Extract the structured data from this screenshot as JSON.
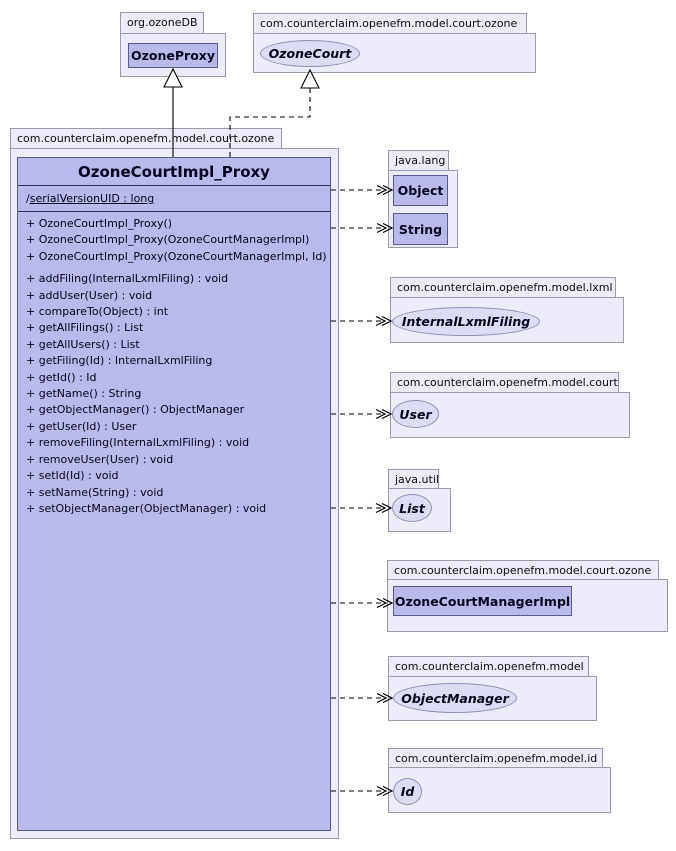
{
  "diagram": {
    "ozonedb_package": {
      "name": "org.ozoneDB",
      "class_name": "OzoneProxy"
    },
    "ozonecourt_package": {
      "name": "com.counterclaim.openefm.model.court.ozone",
      "interface_name": "OzoneCourt"
    },
    "main_package": {
      "name": "com.counterclaim.openefm.model.court.ozone"
    },
    "main_class": {
      "title": "OzoneCourtImpl_Proxy",
      "attribute_prefix": "/ ",
      "attribute": "serialVersionUID : long",
      "constructors": [
        "+ OzoneCourtImpl_Proxy()",
        "+ OzoneCourtImpl_Proxy(OzoneCourtManagerImpl)",
        "+ OzoneCourtImpl_Proxy(OzoneCourtManagerImpl, Id)"
      ],
      "methods": [
        "+ addFiling(InternalLxmlFiling) : void",
        "+ addUser(User) : void",
        "+ compareTo(Object) : int",
        "+ getAllFilings() : List",
        "+ getAllUsers() : List",
        "+ getFiling(Id) : InternalLxmlFiling",
        "+ getId() : Id",
        "+ getName() : String",
        "+ getObjectManager() : ObjectManager",
        "+ getUser(Id) : User",
        "+ removeFiling(InternalLxmlFiling) : void",
        "+ removeUser(User) : void",
        "+ setId(Id) : void",
        "+ setName(String) : void",
        "+ setObjectManager(ObjectManager) : void"
      ]
    },
    "java_lang_package": {
      "name": "java.lang",
      "classes": [
        "Object",
        "String"
      ]
    },
    "lxml_package": {
      "name": "com.counterclaim.openefm.model.lxml",
      "interface_name": "InternalLxmlFiling"
    },
    "court_package": {
      "name": "com.counterclaim.openefm.model.court",
      "interface_name": "User"
    },
    "java_util_package": {
      "name": "java.util",
      "interface_name": "List"
    },
    "manager_package": {
      "name": "com.counterclaim.openefm.model.court.ozone",
      "class_name": "OzoneCourtManagerImpl"
    },
    "model_package": {
      "name": "com.counterclaim.openefm.model",
      "interface_name": "ObjectManager"
    },
    "id_package": {
      "name": "com.counterclaim.openefm.model.id",
      "interface_name": "Id"
    },
    "colors": {
      "package_fill": "#ececf9",
      "package_border": "#9a9aae",
      "class_fill": "#b9b9ec",
      "class_border": "#5a5a8e",
      "ellipse_fill": "#dcdcf5",
      "ellipse_border": "#8f8fb4",
      "connector": "#000000"
    }
  }
}
